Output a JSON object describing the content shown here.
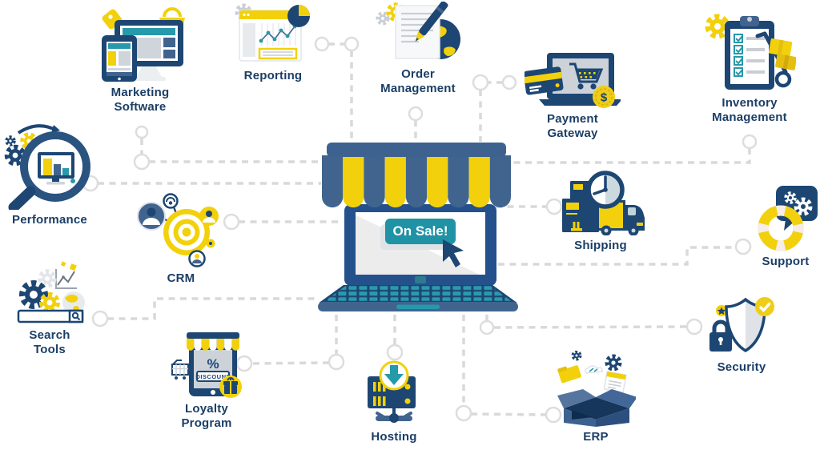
{
  "diagram": {
    "center": {
      "button_label": "On Sale!"
    },
    "nodes": {
      "marketing": {
        "label": "Marketing\nSoftware"
      },
      "reporting": {
        "label": "Reporting"
      },
      "order": {
        "label": "Order\nManagement"
      },
      "payment": {
        "label": "Payment\nGateway",
        "coin_symbol": "$"
      },
      "inventory": {
        "label": "Inventory\nManagement"
      },
      "performance": {
        "label": "Performance"
      },
      "crm": {
        "label": "CRM"
      },
      "shipping": {
        "label": "Shipping"
      },
      "support": {
        "label": "Support"
      },
      "search": {
        "label": "Search\nTools"
      },
      "loyalty": {
        "label": "Loyalty\nProgram",
        "discount_symbol": "%",
        "discount_text": "DISCOUNT"
      },
      "hosting": {
        "label": "Hosting"
      },
      "erp": {
        "label": "ERP"
      },
      "security": {
        "label": "Security"
      }
    },
    "colors": {
      "navy": "#1d4673",
      "steel_blue": "#41648f",
      "yellow": "#f2d10c",
      "teal": "#2699ab",
      "button_teal": "#1f93a5",
      "label_text": "#1b3e66",
      "connector": "#d9d9d9"
    }
  }
}
